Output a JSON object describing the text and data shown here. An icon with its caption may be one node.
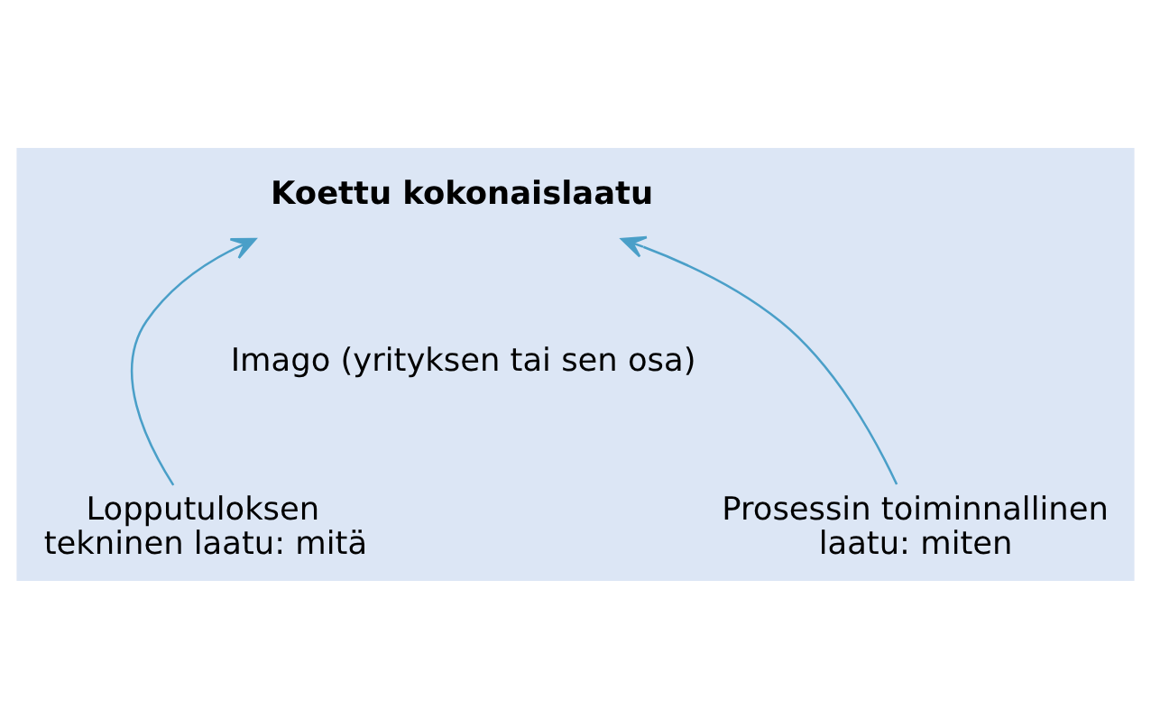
{
  "diagram": {
    "nodes": [
      {
        "text": [
          "Koettu kokonaislaatu"
        ]
      },
      {
        "text": [
          "Lopputuloksen tekninen laatu: mitä"
        ]
      },
      {
        "text": [
          "Prosessin toiminnallinen laatu: miten"
        ]
      }
    ],
    "edges": [
      {
        "from": 1,
        "to": 0,
        "arrow": "to",
        "color": "#4a9fc8"
      },
      {
        "from": 2,
        "to": 0,
        "arrow": "to",
        "color": "#4a9fc8"
      }
    ],
    "labels": [
      "Imago (yrityksen tai sen osa)"
    ]
  }
}
